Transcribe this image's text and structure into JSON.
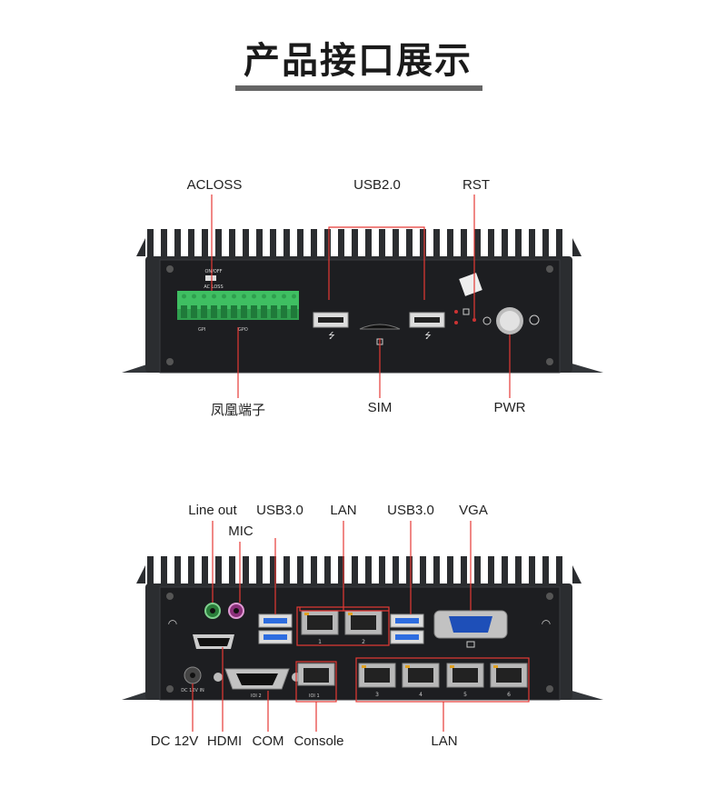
{
  "title": "产品接口展示",
  "front_labels": {
    "acloss": "ACLOSS",
    "usb2": "USB2.0",
    "rst": "RST",
    "terminal": "凤凰端子",
    "sim": "SIM",
    "pwr": "PWR"
  },
  "rear_labels": {
    "line_out": "Line out",
    "mic": "MIC",
    "usb3_a": "USB3.0",
    "lan_top": "LAN",
    "usb3_b": "USB3.0",
    "vga": "VGA",
    "dc": "DC 12V",
    "hdmi": "HDMI",
    "com": "COM",
    "console": "Console",
    "lan_bottom": "LAN"
  },
  "panel_marks": {
    "on_off": "ON/OFF",
    "ac_loss": "AC LOSS",
    "gpi": "GPI",
    "gpo": "GPO",
    "dc_in": "DC 12V IN",
    "com2": "IOI 2",
    "com1": "IOI 1",
    "lan1": "1",
    "lan2": "2",
    "lan3": "3",
    "lan4": "4",
    "lan5": "5",
    "lan6": "6"
  },
  "colors": {
    "accent_line": "#e53935",
    "chassis": "#2b2d30",
    "panel": "#1e1f22",
    "terminal": "#3fbf62",
    "usb3": "#2e6de0"
  }
}
